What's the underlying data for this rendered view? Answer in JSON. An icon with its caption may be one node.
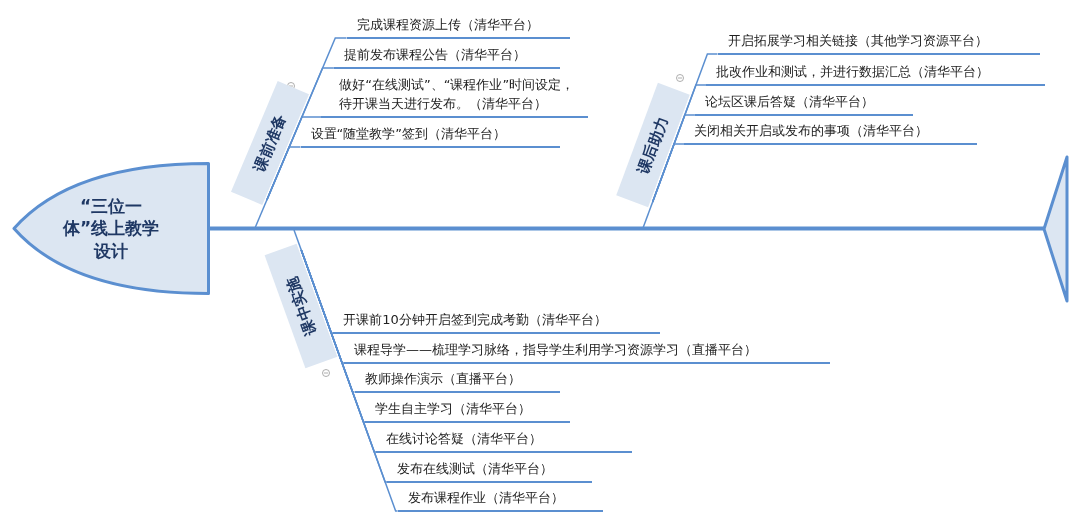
{
  "diagram": {
    "nodes": [
      {
        "text": [
          "“三位一体”线上教学设计"
        ]
      },
      {
        "text": [],
        "shape": "triangle"
      },
      {
        "text": [
          "课前准备"
        ]
      },
      {
        "text": [
          "完成课程资源上传（清华平台）"
        ]
      },
      {
        "text": [
          "提前发布课程公告（清华平台）"
        ]
      },
      {
        "text": [
          "做好“在线测试”、“课程作业”时间设定，待开课当天进行发布。（清华平台）"
        ]
      },
      {
        "text": [
          "设置“随堂教学”签到（清华平台）"
        ]
      },
      {
        "text": [
          "课后助力"
        ]
      },
      {
        "text": [
          "开启拓展学习相关链接（其他学习资源平台）"
        ]
      },
      {
        "text": [
          "批改作业和测试，并进行数据汇总（清华平台）"
        ]
      },
      {
        "text": [
          "论坛区课后答疑（清华平台）"
        ]
      },
      {
        "text": [
          "关闭相关开启或发布的事项（清华平台）"
        ]
      },
      {
        "text": [
          "课中实施"
        ]
      },
      {
        "text": [
          "开课前10分钟开启签到完成考勤（清华平台）"
        ]
      },
      {
        "text": [
          "课程导学——梳理学习脉络，指导学生利用学习资源学习（直播平台）"
        ]
      },
      {
        "text": [
          "教师操作演示（直播平台）"
        ]
      },
      {
        "text": [
          "学生自主学习（清华平台）"
        ]
      },
      {
        "text": [
          "在线讨论答疑（清华平台）"
        ]
      },
      {
        "text": [
          "发布在线测试（清华平台）"
        ]
      },
      {
        "text": [
          "发布课程作业（清华平台）"
        ]
      }
    ],
    "edges": [
      {
        "from": 0,
        "to": 1,
        "arrow": "none",
        "style": "thick"
      },
      {
        "from": 2,
        "to": 3,
        "arrow": "none"
      },
      {
        "from": 2,
        "to": 4,
        "arrow": "none"
      },
      {
        "from": 2,
        "to": 5,
        "arrow": "none"
      },
      {
        "from": 2,
        "to": 6,
        "arrow": "none"
      },
      {
        "from": 7,
        "to": 8,
        "arrow": "none"
      },
      {
        "from": 7,
        "to": 9,
        "arrow": "none"
      },
      {
        "from": 7,
        "to": 10,
        "arrow": "none"
      },
      {
        "from": 7,
        "to": 11,
        "arrow": "none"
      },
      {
        "from": 12,
        "to": 13,
        "arrow": "none"
      },
      {
        "from": 12,
        "to": 14,
        "arrow": "none"
      },
      {
        "from": 12,
        "to": 15,
        "arrow": "none"
      },
      {
        "from": 12,
        "to": 16,
        "arrow": "none"
      },
      {
        "from": 12,
        "to": 17,
        "arrow": "none"
      },
      {
        "from": 12,
        "to": 18,
        "arrow": "none"
      },
      {
        "from": 12,
        "to": 19,
        "arrow": "none"
      }
    ]
  }
}
